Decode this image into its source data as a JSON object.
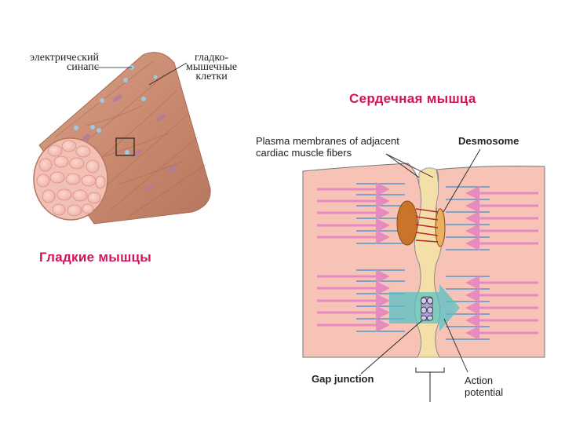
{
  "smooth_muscle": {
    "title": "Гладкие мышцы",
    "label_synapse": [
      "электрический",
      "синапс"
    ],
    "label_cells": [
      "гладко-",
      "мышечные",
      "клетки"
    ]
  },
  "cardiac_muscle": {
    "title": "Сердечная мышца",
    "label_membranes": [
      "Plasma membranes of adjacent",
      "cardiac muscle fibers"
    ],
    "label_desmosome": "Desmosome",
    "label_gap_junction": "Gap junction",
    "label_action_potential": [
      "Action",
      "potential"
    ]
  }
}
